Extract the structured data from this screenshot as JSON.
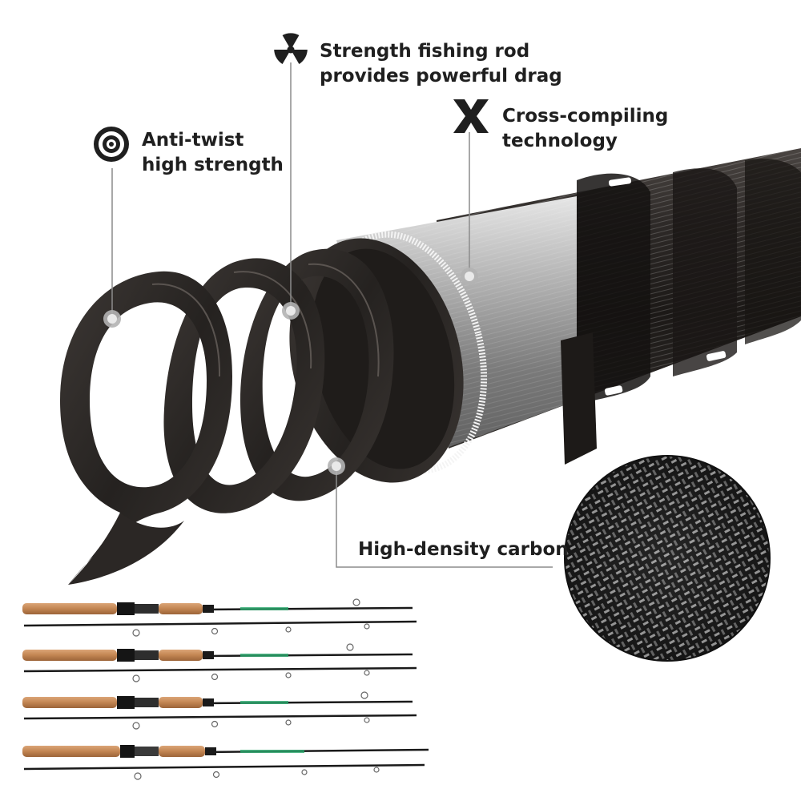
{
  "features": [
    {
      "id": "anti-twist",
      "icon": "target-icon",
      "lines": [
        "Anti-twist",
        "high strength"
      ]
    },
    {
      "id": "strength",
      "icon": "radiation-icon",
      "lines": [
        "Strength fishing rod",
        "provides powerful drag"
      ]
    },
    {
      "id": "cross",
      "icon": "x-cross-icon",
      "lines": [
        "Cross-compiling",
        "technology"
      ]
    },
    {
      "id": "carbon",
      "icon": "carbon-weave-icon",
      "lines": [
        "High-density carbon"
      ]
    }
  ],
  "colors": {
    "text": "#1f1f1f",
    "carbon_dark": "#2a2624",
    "silver": "#9a9a9a",
    "leader_line": "#8c8c8c",
    "cork": "#c58a57"
  },
  "rod_variants": {
    "count": 4,
    "sections_each": 2
  }
}
